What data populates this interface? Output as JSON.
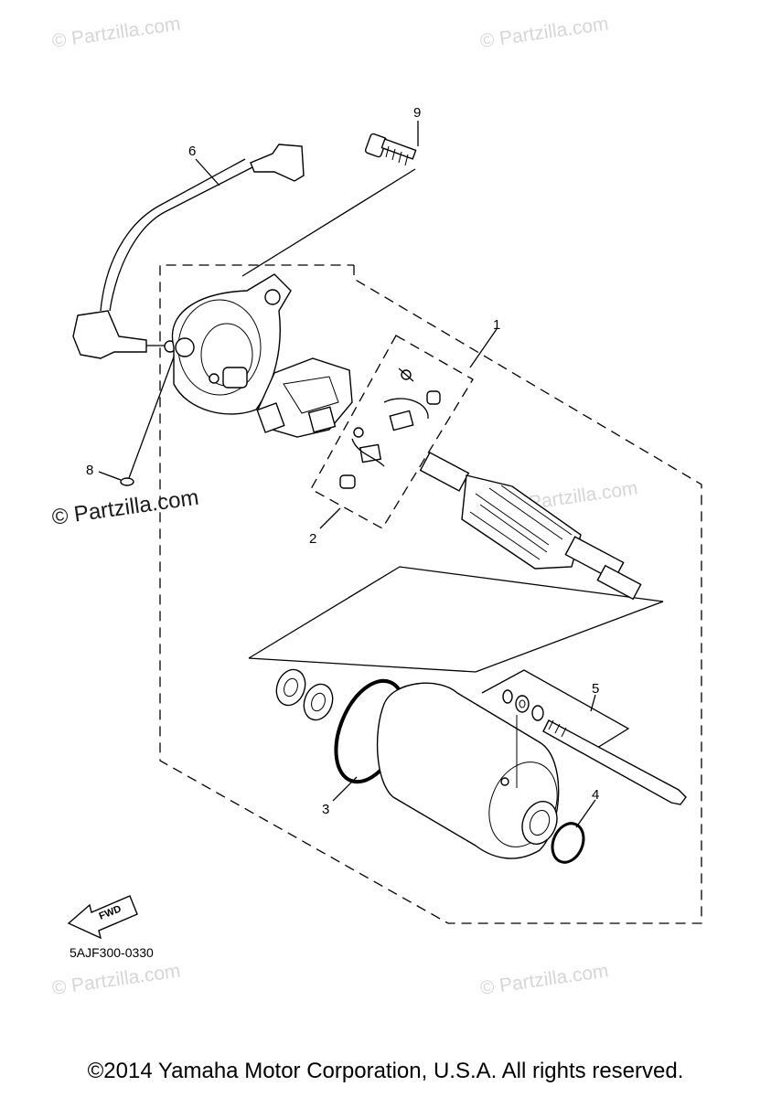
{
  "watermarks": {
    "faint": "© Partzilla.com",
    "dark": "© Partzilla.com"
  },
  "callouts": [
    "1",
    "2",
    "3",
    "4",
    "5",
    "6",
    "8",
    "9"
  ],
  "fwd_label": "FWD",
  "diagram_code": "5AJF300-0330",
  "copyright": "©2014 Yamaha Motor Corporation, U.S.A. All rights reserved."
}
